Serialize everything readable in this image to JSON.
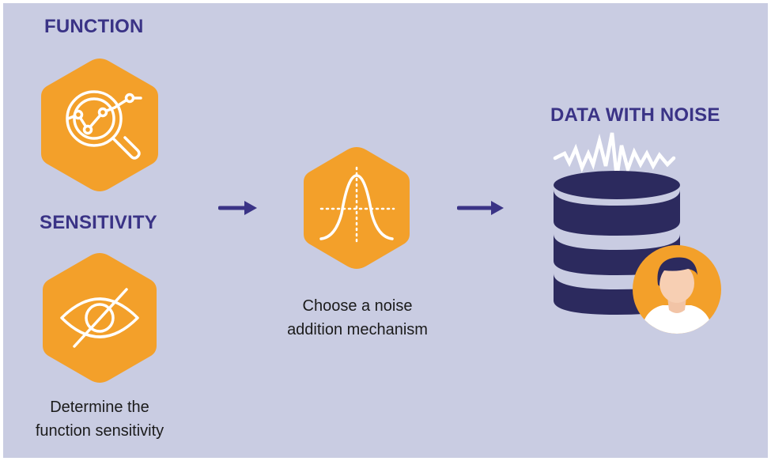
{
  "labels": {
    "function": "FUNCTION",
    "sensitivity": "SENSITIVITY",
    "data_with_noise": "DATA WITH NOISE"
  },
  "captions": {
    "sensitivity_line1": "Determine the",
    "sensitivity_line2": "function sensitivity",
    "mechanism_line1": "Choose a noise",
    "mechanism_line2": "addition mechanism"
  },
  "icons": {
    "function": "magnifier-chart-icon",
    "sensitivity": "eye-slash-icon",
    "mechanism": "bell-curve-icon",
    "data": "database-noise-icon",
    "person": "person-avatar-icon",
    "arrow": "arrow-right-icon"
  },
  "colors": {
    "background": "#c9cce2",
    "accent_orange": "#f3a02a",
    "heading_navy": "#3a3386",
    "database_navy": "#2c2a5e"
  }
}
